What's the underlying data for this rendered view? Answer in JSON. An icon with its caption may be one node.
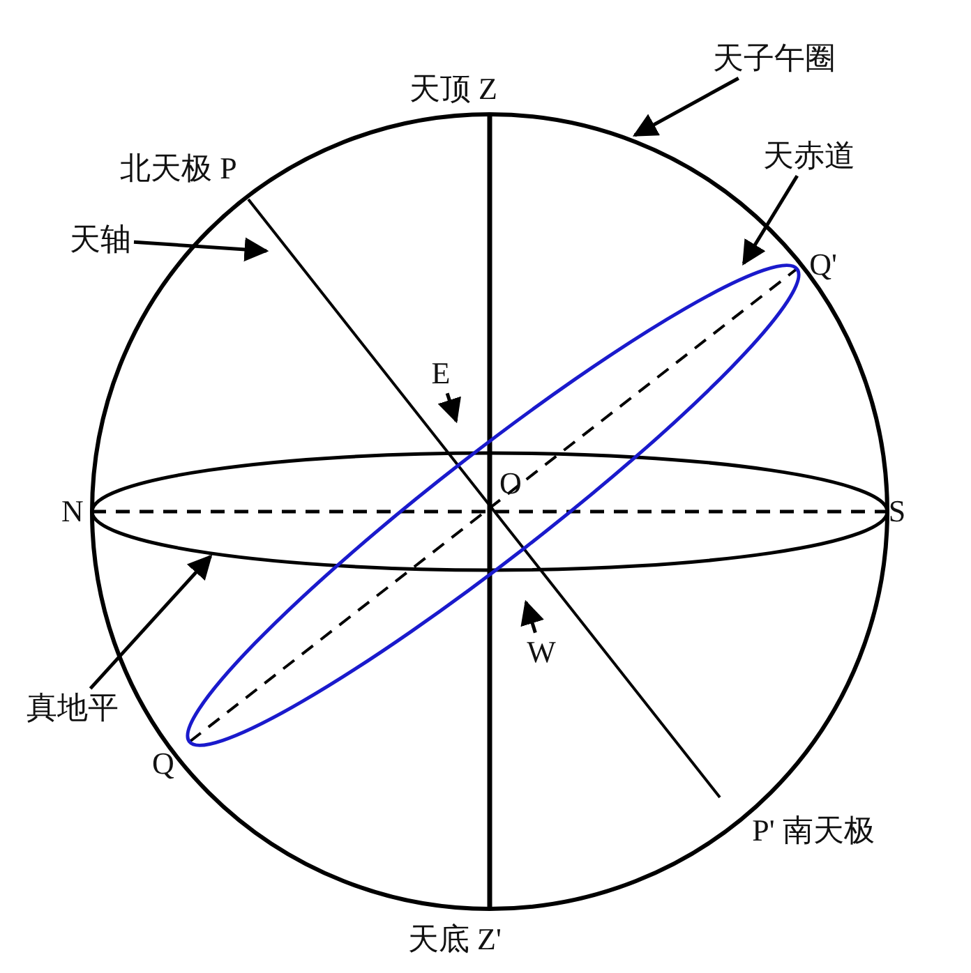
{
  "diagram": {
    "nodes": [
      {
        "text": [
          "天子午圈"
        ]
      },
      {
        "text": [
          "天赤道"
        ]
      },
      {
        "text": [
          "天轴"
        ]
      },
      {
        "text": [
          "E"
        ]
      },
      {
        "text": [
          "W"
        ]
      },
      {
        "text": [
          "真地平"
        ]
      }
    ],
    "edges": [
      {
        "from": 0,
        "to": null,
        "arrow": "to"
      },
      {
        "from": 1,
        "to": null,
        "arrow": "to"
      },
      {
        "from": 2,
        "to": null,
        "arrow": "to"
      },
      {
        "from": 3,
        "to": null,
        "arrow": "to"
      },
      {
        "from": 4,
        "to": null,
        "arrow": "to"
      },
      {
        "from": 5,
        "to": null,
        "arrow": "to"
      }
    ],
    "labels": [
      "天顶 Z",
      "北天极 P",
      "Q'",
      "O",
      "N",
      "S",
      "Q",
      "P' 南天极",
      "天底 Z'"
    ]
  }
}
